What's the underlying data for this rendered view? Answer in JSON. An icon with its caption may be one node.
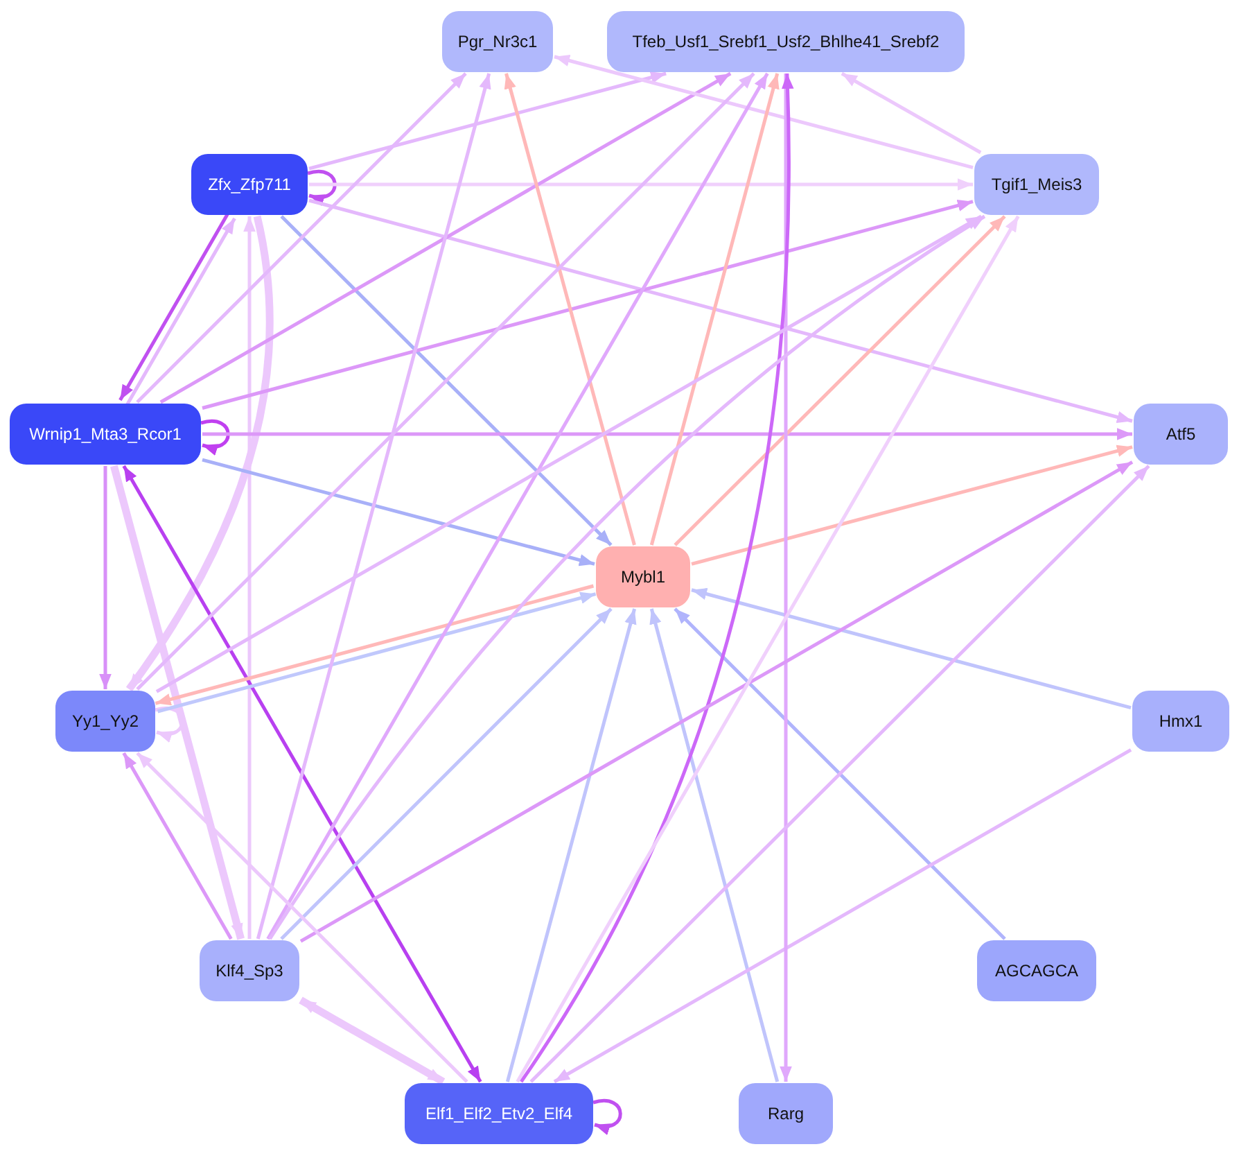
{
  "diagram": {
    "nodes": [
      {
        "text": [
          "Pgr_Nr3c1"
        ]
      },
      {
        "text": [
          "Tfeb_Usf1_Srebf1_Usf2_Bhlhe41_Srebf2"
        ]
      },
      {
        "text": [
          "Zfx_Zfp711"
        ]
      },
      {
        "text": [
          "Tgif1_Meis3"
        ]
      },
      {
        "text": [
          "Wrnip1_Mta3_Rcor1"
        ]
      },
      {
        "text": [
          "Atf5"
        ]
      },
      {
        "text": [
          "Mybl1"
        ]
      },
      {
        "text": [
          "Yy1_Yy2"
        ]
      },
      {
        "text": [
          "Hmx1"
        ]
      },
      {
        "text": [
          "Klf4_Sp3"
        ]
      },
      {
        "text": [
          "AGCAGCA"
        ]
      },
      {
        "text": [
          "Elf1_Elf2_Etv2_Elf4"
        ]
      },
      {
        "text": [
          "Rarg"
        ]
      }
    ],
    "edges": [
      {
        "from": 2,
        "to": 2,
        "arrow": "to",
        "color": "#c050f0"
      },
      {
        "from": 4,
        "to": 4,
        "arrow": "to",
        "color": "#c040f0"
      },
      {
        "from": 11,
        "to": 11,
        "arrow": "to",
        "color": "#c050f0"
      },
      {
        "from": 7,
        "to": 7,
        "arrow": "to",
        "color": "#ecc8fc"
      },
      {
        "from": 2,
        "to": 1,
        "arrow": "to"
      },
      {
        "from": 2,
        "to": 3,
        "arrow": "to",
        "color": "#f0d0fc"
      },
      {
        "from": 2,
        "to": 5,
        "arrow": "to"
      },
      {
        "from": 2,
        "to": 6,
        "arrow": "to",
        "color": "#a8b0f8"
      },
      {
        "from": 2,
        "to": 4,
        "arrow": "to",
        "color": "#c050f0"
      },
      {
        "from": 4,
        "to": 2,
        "arrow": "to"
      },
      {
        "from": 9,
        "to": 2,
        "arrow": "to",
        "color": "#ecc8fc"
      },
      {
        "from": 2,
        "to": 7,
        "arrow": "to",
        "style": "thick",
        "color": "#ecc8fc"
      },
      {
        "from": 4,
        "to": 0,
        "arrow": "to"
      },
      {
        "from": 4,
        "to": 1,
        "arrow": "to",
        "color": "#dc98f8"
      },
      {
        "from": 4,
        "to": 3,
        "arrow": "to",
        "color": "#dc98f8"
      },
      {
        "from": 4,
        "to": 5,
        "arrow": "to",
        "color": "#dc98f8"
      },
      {
        "from": 4,
        "to": 6,
        "arrow": "to",
        "color": "#a8b0f8"
      },
      {
        "from": 4,
        "to": 7,
        "arrow": "to",
        "color": "#d890f8"
      },
      {
        "from": 4,
        "to": 9,
        "arrow": "to",
        "style": "thick",
        "color": "#ecc8fc"
      },
      {
        "from": 4,
        "to": 11,
        "arrow": "both",
        "color": "#b840f0"
      },
      {
        "from": 3,
        "to": 0,
        "arrow": "to",
        "color": "#ecc8fc"
      },
      {
        "from": 3,
        "to": 1,
        "arrow": "to",
        "color": "#ecc8fc"
      },
      {
        "from": 6,
        "to": 0,
        "arrow": "to",
        "color": "#ffb8b8"
      },
      {
        "from": 6,
        "to": 1,
        "arrow": "to",
        "color": "#ffb8b8"
      },
      {
        "from": 6,
        "to": 3,
        "arrow": "to",
        "color": "#ffb8b8"
      },
      {
        "from": 6,
        "to": 5,
        "arrow": "to",
        "color": "#ffb8b8"
      },
      {
        "from": 6,
        "to": 7,
        "arrow": "to",
        "color": "#ffb8b8"
      },
      {
        "from": 7,
        "to": 6,
        "arrow": "to",
        "color": "#c0c8fc"
      },
      {
        "from": 9,
        "to": 6,
        "arrow": "to",
        "color": "#c0c4fc"
      },
      {
        "from": 11,
        "to": 6,
        "arrow": "to",
        "color": "#c0c4fc"
      },
      {
        "from": 12,
        "to": 6,
        "arrow": "to",
        "color": "#c0c4fc"
      },
      {
        "from": 10,
        "to": 6,
        "arrow": "to",
        "color": "#b0b4fc"
      },
      {
        "from": 8,
        "to": 6,
        "arrow": "to",
        "color": "#c0c4fc"
      },
      {
        "from": 8,
        "to": 11,
        "arrow": "to"
      },
      {
        "from": 1,
        "to": 12,
        "arrow": "to",
        "color": "#e0a8fc"
      },
      {
        "from": 11,
        "to": 1,
        "arrow": "to",
        "color": "#cc68f8"
      },
      {
        "from": 9,
        "to": 0,
        "arrow": "to"
      },
      {
        "from": 9,
        "to": 1,
        "arrow": "to",
        "color": "#e0a8fc"
      },
      {
        "from": 9,
        "to": 3,
        "arrow": "to"
      },
      {
        "from": 9,
        "to": 5,
        "arrow": "to",
        "color": "#dc98f8"
      },
      {
        "from": 11,
        "to": 5,
        "arrow": "to"
      },
      {
        "from": 7,
        "to": 3,
        "arrow": "to"
      },
      {
        "from": 7,
        "to": 1,
        "arrow": "to"
      },
      {
        "from": 9,
        "to": 7,
        "arrow": "to",
        "color": "#dc98f8"
      },
      {
        "from": 11,
        "to": 7,
        "arrow": "to",
        "color": "#ecc8fc"
      },
      {
        "from": 9,
        "to": 11,
        "arrow": "both",
        "style": "thick",
        "color": "#ecc8fc"
      },
      {
        "from": 11,
        "to": 3,
        "arrow": "to",
        "color": "#f0d0fc"
      }
    ]
  }
}
